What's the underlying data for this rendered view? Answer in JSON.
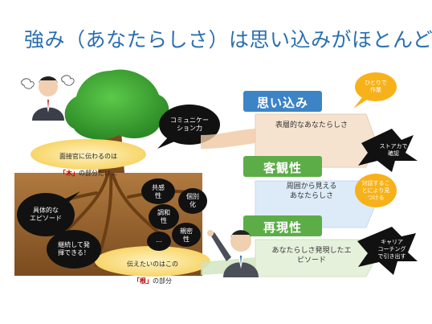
{
  "title": "強み（あなたらしさ）は思い込みがほとんど",
  "interviewer_label": {
    "line1": "面接官に伝わるのは",
    "highlight": "「木」",
    "line2": "の部分だけ…"
  },
  "tree_bubbles": [
    {
      "id": "communication",
      "text": "コミュニケー\nション力"
    }
  ],
  "root_bubbles": [
    {
      "id": "episode",
      "text": "具体的な\nエピソード"
    },
    {
      "id": "continue",
      "text": "継続して発\n揮できる！"
    },
    {
      "id": "empathy",
      "text": "共感\n性"
    },
    {
      "id": "individual",
      "text": "個別\n化"
    },
    {
      "id": "harmony",
      "text": "調和\n性"
    },
    {
      "id": "intimacy",
      "text": "親密\n性"
    },
    {
      "id": "etc",
      "text": "…"
    }
  ],
  "root_label": {
    "line1": "伝えたいのはこの",
    "highlight": "「根」",
    "line2": "の部分"
  },
  "rows": [
    {
      "id": "assumption",
      "header": "思い込み",
      "desc": "表層的なあなたらしさ",
      "header_color": "#3d84c6",
      "desc_color": "#f6e3cf"
    },
    {
      "id": "objectivity",
      "header": "客観性",
      "desc": "周囲から見える\nあなたらしさ",
      "header_color": "#5cad48",
      "desc_color": "#dcebf7"
    },
    {
      "id": "reproducibility",
      "header": "再現性",
      "desc": "あなたらしさ発現したエ\nピソード",
      "header_color": "#5cad48",
      "desc_color": "#e6f1dc"
    }
  ],
  "side_notes": [
    {
      "id": "alone",
      "text": "ひとりで\n作業",
      "style": "orange"
    },
    {
      "id": "store",
      "text": "ストアカで\n確認",
      "style": "black"
    },
    {
      "id": "compare",
      "text": "対話するこ\nとにより見\nつける",
      "style": "orange"
    },
    {
      "id": "career",
      "text": "キャリア\nコーチング\nで引き出す",
      "style": "black"
    }
  ],
  "colors": {
    "title": "#2a6fb0",
    "soil": "#8a5a2b",
    "leaf": "#3fa535",
    "orange": "#f7b21a",
    "highlight": "#c00000"
  }
}
